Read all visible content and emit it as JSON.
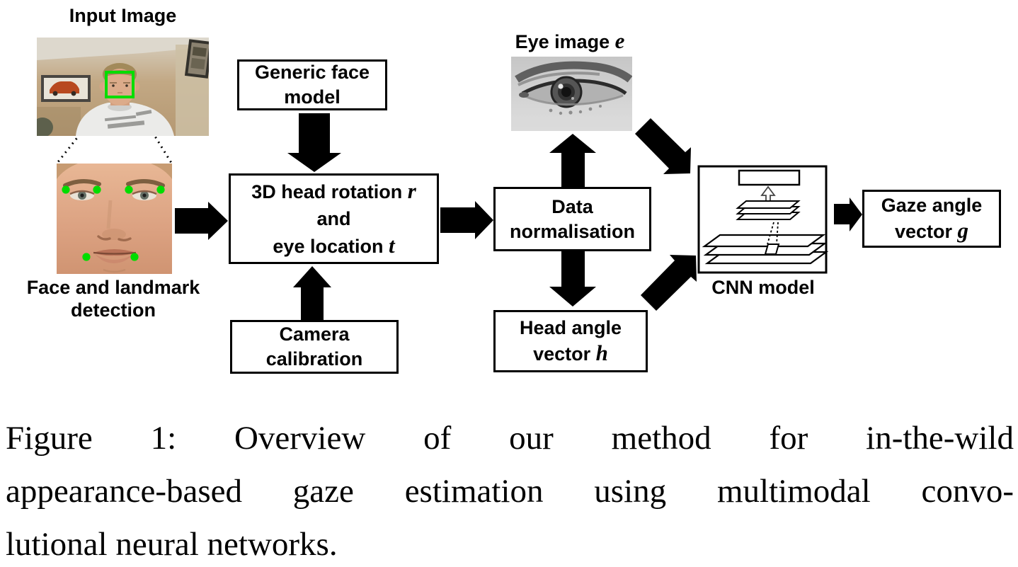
{
  "figure": {
    "labels": {
      "input_image": "Input Image",
      "face_detection_l1": "Face and landmark",
      "face_detection_l2": "detection",
      "eye_image": "Eye image ",
      "eye_image_var": "e",
      "cnn_model": "CNN model"
    },
    "boxes": {
      "generic_face_l1": "Generic face",
      "generic_face_l2": "model",
      "rotation_l1": "3D head rotation ",
      "rotation_l1_var": "r",
      "rotation_l2": "and",
      "rotation_l3": "eye location ",
      "rotation_l3_var": "t",
      "camera_l1": "Camera",
      "camera_l2": "calibration",
      "datanorm_l1": "Data",
      "datanorm_l2": "normalisation",
      "headangle_l1": "Head angle",
      "headangle_l2": "vector ",
      "headangle_l2_var": "h",
      "gaze_l1": "Gaze angle",
      "gaze_l2": "vector ",
      "gaze_l2_var": "g"
    },
    "caption": {
      "line1": "Figure 1:  Overview of our method for in-the-wild",
      "line2": "appearance-based gaze estimation using multimodal convo-",
      "line3": "lutional neural networks."
    },
    "colors": {
      "landmark_green": "#00dd00",
      "ink": "#000000",
      "background": "#ffffff"
    }
  }
}
